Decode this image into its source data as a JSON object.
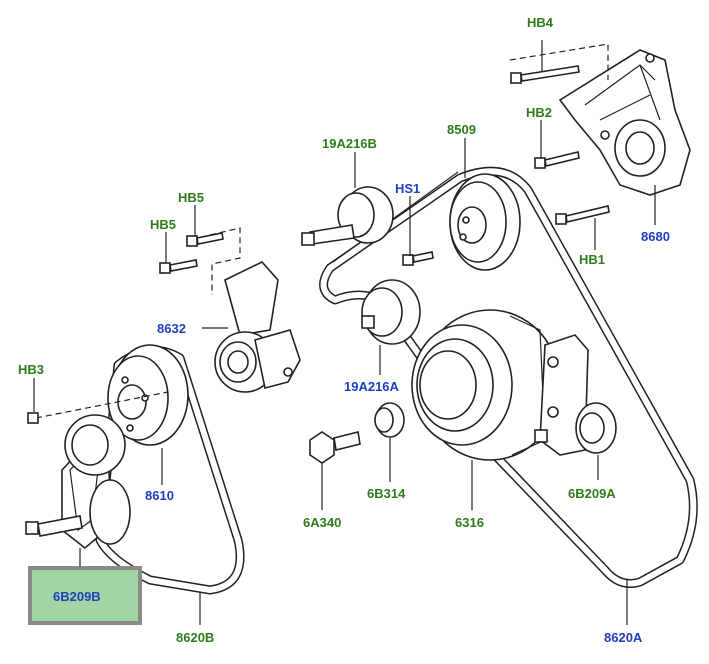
{
  "diagram": {
    "labels": {
      "hb4": "HB4",
      "hb2": "HB2",
      "hb1": "HB1",
      "n8509": "8509",
      "n8680": "8680",
      "hs1": "HS1",
      "n19a216b": "19A216B",
      "hb5_top": "HB5",
      "hb5_bottom": "HB5",
      "n8632": "8632",
      "n19a216a": "19A216A",
      "hb3": "HB3",
      "n8610": "8610",
      "n6a340": "6A340",
      "n6b314": "6B314",
      "n6316": "6316",
      "n6b209a": "6B209A",
      "n6b209b": "6B209B",
      "n8620b": "8620B",
      "n8620a": "8620A"
    },
    "colors": {
      "green_label": "#2e7d1a",
      "blue_label": "#1f3fbf",
      "highlight_fill": "#9fd6a3",
      "highlight_border": "#8a8a8a"
    }
  }
}
